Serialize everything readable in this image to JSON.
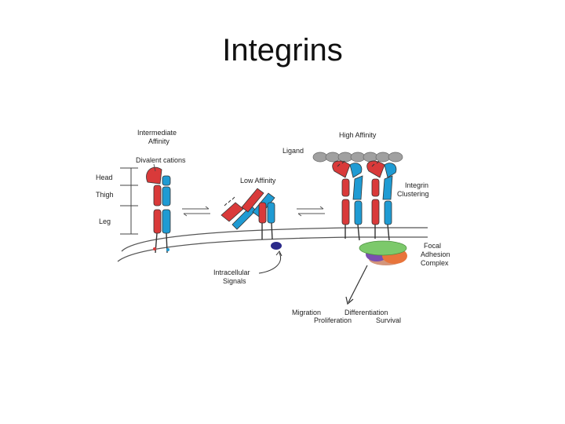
{
  "slide": {
    "title": "Integrins"
  },
  "diagram": {
    "labels": {
      "intermediate_affinity": [
        "Intermediate",
        "Affinity"
      ],
      "divalent_cations": "Divalent cations",
      "head": "Head",
      "thigh": "Thigh",
      "leg": "Leg",
      "low_affinity": "Low Affinity",
      "high_affinity": "High Affinity",
      "ligand": "Ligand",
      "integrin_clustering": [
        "Integrin",
        "Clustering"
      ],
      "focal_adhesion_complex": [
        "Focal",
        "Adhesion",
        "Complex"
      ],
      "intracellular_signals": [
        "Intracellular",
        "Signals"
      ],
      "outcomes": [
        "Migration",
        "Differentiation",
        "Proliferation",
        "Survival"
      ]
    },
    "colors": {
      "alpha_subunit": "#d93a3a",
      "beta_subunit": "#1f9bd3",
      "ligand": "#a0a0a0",
      "membrane": "#555555",
      "fa_green": "#7cc96b",
      "fa_purple": "#7a4fb0",
      "fa_orange": "#e8743b",
      "signal_dot": "#2b2a8a"
    }
  }
}
